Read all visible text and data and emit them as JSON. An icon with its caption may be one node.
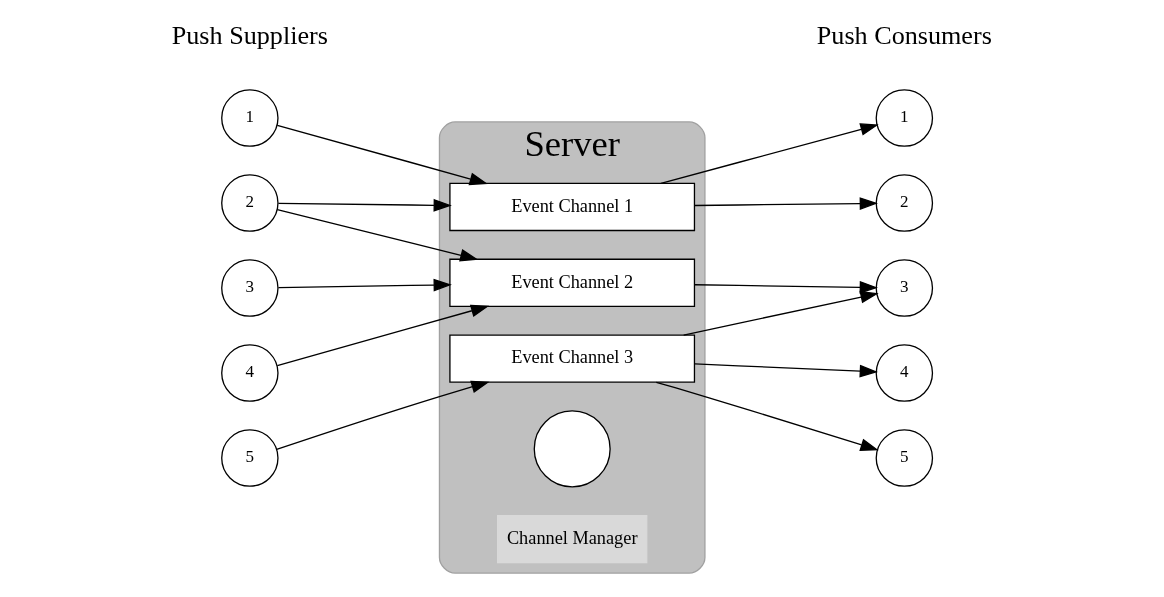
{
  "diagram": {
    "nodes": [
      {
        "text": [
          "Server"
        ]
      },
      {
        "text": [
          "Channel Manager"
        ],
        "in": 0
      },
      {
        "text": [],
        "shape": "circle",
        "in": 0
      },
      {
        "text": [
          "Event Channel 1"
        ],
        "in": 0
      },
      {
        "text": [
          "Event Channel 2"
        ],
        "in": 0
      },
      {
        "text": [
          "Event Channel 3"
        ],
        "in": 0
      },
      {
        "text": [
          "1"
        ]
      },
      {
        "text": [
          "2"
        ]
      },
      {
        "text": [
          "3"
        ]
      },
      {
        "text": [
          "4"
        ]
      },
      {
        "text": [
          "5"
        ]
      },
      {
        "text": [
          "1"
        ]
      },
      {
        "text": [
          "2"
        ]
      },
      {
        "text": [
          "3"
        ]
      },
      {
        "text": [
          "4"
        ]
      },
      {
        "text": [
          "5"
        ]
      }
    ],
    "edges": [
      {
        "from": 6,
        "to": 3,
        "arrow": "to"
      },
      {
        "from": 7,
        "to": 3,
        "arrow": "to"
      },
      {
        "from": 7,
        "to": 4,
        "arrow": "to"
      },
      {
        "from": 8,
        "to": 4,
        "arrow": "to"
      },
      {
        "from": 9,
        "to": 4,
        "arrow": "to"
      },
      {
        "from": 10,
        "to": 5,
        "arrow": "to"
      },
      {
        "from": 3,
        "to": 11,
        "arrow": "to"
      },
      {
        "from": 3,
        "to": 12,
        "arrow": "to"
      },
      {
        "from": 4,
        "to": 13,
        "arrow": "to"
      },
      {
        "from": 5,
        "to": 13,
        "arrow": "to"
      },
      {
        "from": 5,
        "to": 14,
        "arrow": "to"
      },
      {
        "from": 5,
        "to": 15,
        "arrow": "to"
      }
    ],
    "labels": [
      "Push Suppliers",
      "Push Consumers"
    ]
  }
}
